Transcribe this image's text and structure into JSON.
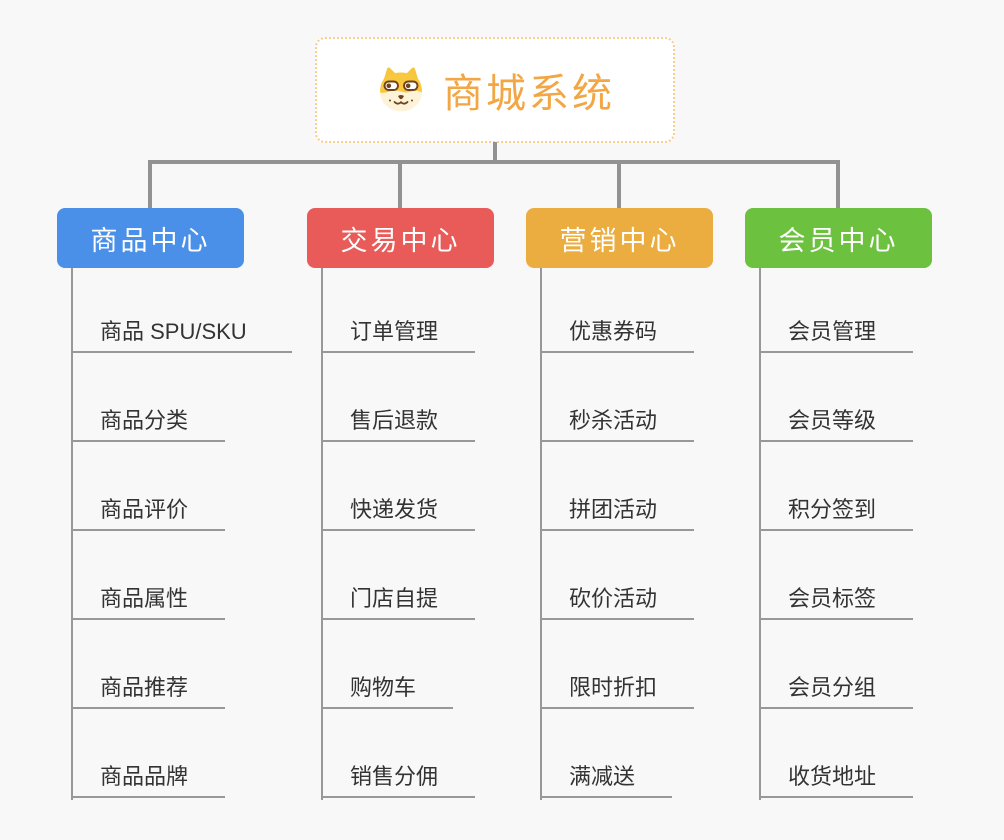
{
  "root": {
    "title": "商城系统",
    "icon": "dog-face-icon"
  },
  "branches": [
    {
      "label": "商品中心",
      "color": "#4a90e8",
      "items": [
        "商品 SPU/SKU",
        "商品分类",
        "商品评价",
        "商品属性",
        "商品推荐",
        "商品品牌"
      ]
    },
    {
      "label": "交易中心",
      "color": "#e85b58",
      "items": [
        "订单管理",
        "售后退款",
        "快递发货",
        "门店自提",
        "购物车",
        "销售分佣"
      ]
    },
    {
      "label": "营销中心",
      "color": "#ebac40",
      "items": [
        "优惠券码",
        "秒杀活动",
        "拼团活动",
        "砍价活动",
        "限时折扣",
        "满减送"
      ]
    },
    {
      "label": "会员中心",
      "color": "#6cc13e",
      "items": [
        "会员管理",
        "会员等级",
        "积分签到",
        "会员标签",
        "会员分组",
        "收货地址"
      ]
    }
  ],
  "colors": {
    "background": "#f8f8f8",
    "root_accent": "#f2a644",
    "root_border": "#f6ce8e",
    "connector": "#929292",
    "leaf_line": "#989898",
    "leaf_text": "#333333"
  }
}
